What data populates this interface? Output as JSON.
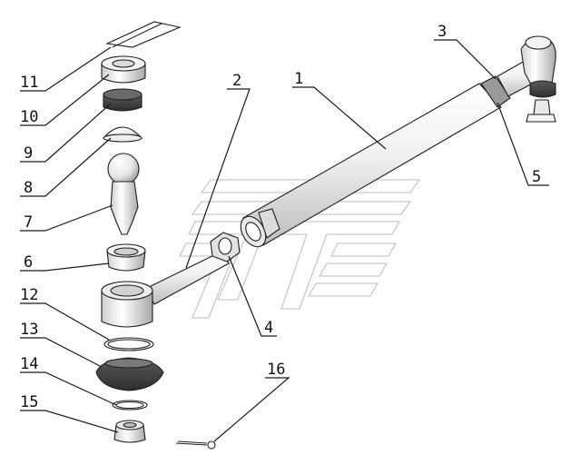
{
  "diagram": {
    "callouts": [
      {
        "id": "1",
        "text": "1"
      },
      {
        "id": "2",
        "text": "2"
      },
      {
        "id": "3",
        "text": "3"
      },
      {
        "id": "4",
        "text": "4"
      },
      {
        "id": "5",
        "text": "5"
      },
      {
        "id": "6",
        "text": "6"
      },
      {
        "id": "7",
        "text": "7"
      },
      {
        "id": "8",
        "text": "8"
      },
      {
        "id": "9",
        "text": "9"
      },
      {
        "id": "10",
        "text": "10"
      },
      {
        "id": "11",
        "text": "11"
      },
      {
        "id": "12",
        "text": "12"
      },
      {
        "id": "13",
        "text": "13"
      },
      {
        "id": "14",
        "text": "14"
      },
      {
        "id": "15",
        "text": "15"
      },
      {
        "id": "16",
        "text": "16"
      }
    ],
    "colors": {
      "line": "#1e1e1e",
      "part_light": "#efefef",
      "part_mid": "#d6d6d6",
      "part_dark": "#4a4a4a",
      "watermark": "#c9c9c9"
    }
  }
}
